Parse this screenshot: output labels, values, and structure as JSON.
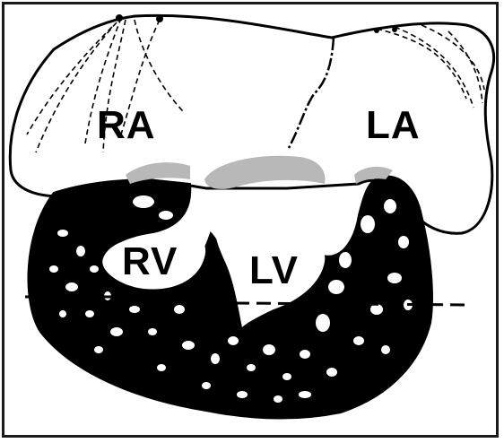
{
  "diagram": {
    "labels": {
      "ra": "RA",
      "la": "LA",
      "rv": "RV",
      "lv": "LV"
    },
    "colors": {
      "ink": "#000000",
      "paper": "#ffffff",
      "valve_gray": "#b8b8b8",
      "border": "#1a1a1a"
    }
  }
}
